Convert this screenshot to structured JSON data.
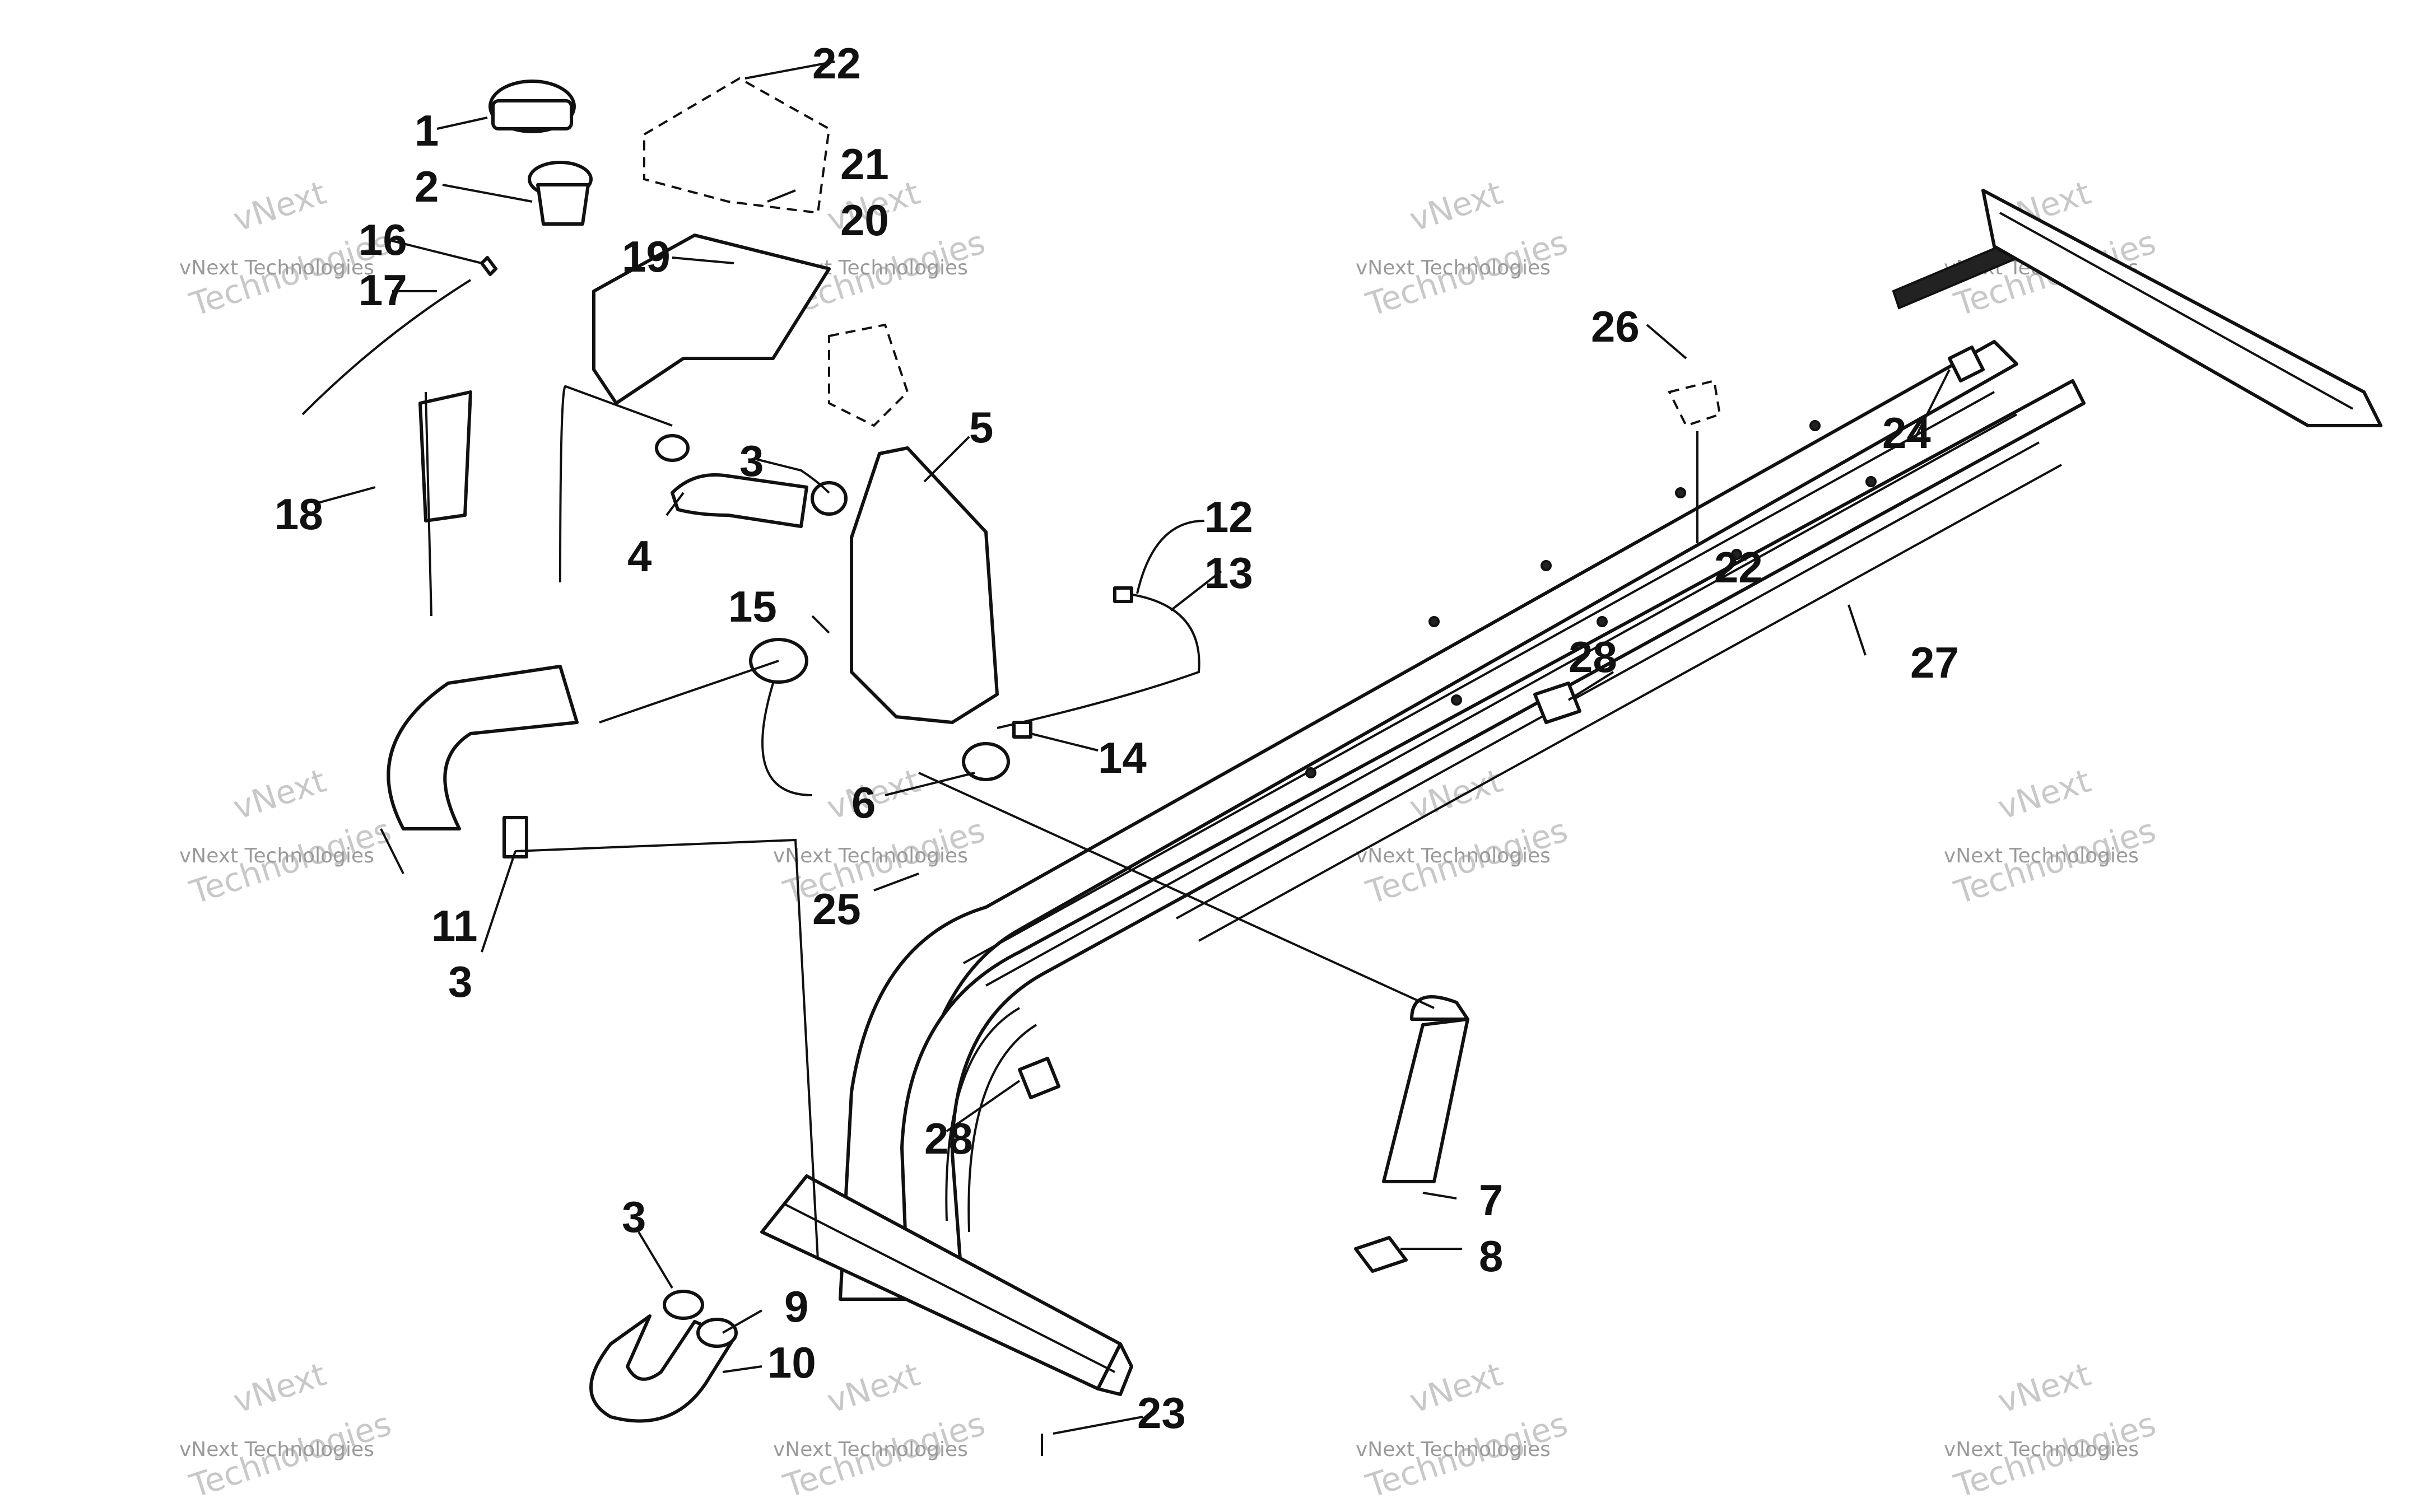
{
  "callouts": {
    "c1": "1",
    "c2": "2",
    "c3a": "3",
    "c3b": "3",
    "c3c": "3",
    "c4": "4",
    "c5": "5",
    "c6": "6",
    "c7": "7",
    "c8": "8",
    "c9": "9",
    "c10": "10",
    "c11": "11",
    "c12": "12",
    "c13": "13",
    "c14": "14",
    "c15": "15",
    "c16": "16",
    "c17": "17",
    "c18": "18",
    "c19": "19",
    "c20": "20",
    "c21": "21",
    "c22a": "22",
    "c22b": "22",
    "c23": "23",
    "c24": "24",
    "c25": "25",
    "c26": "26",
    "c27": "27",
    "c28a": "28",
    "c28b": "28"
  },
  "watermark": {
    "small": "vNext Technologies",
    "big": "Technologies",
    "brand": "vNext"
  }
}
